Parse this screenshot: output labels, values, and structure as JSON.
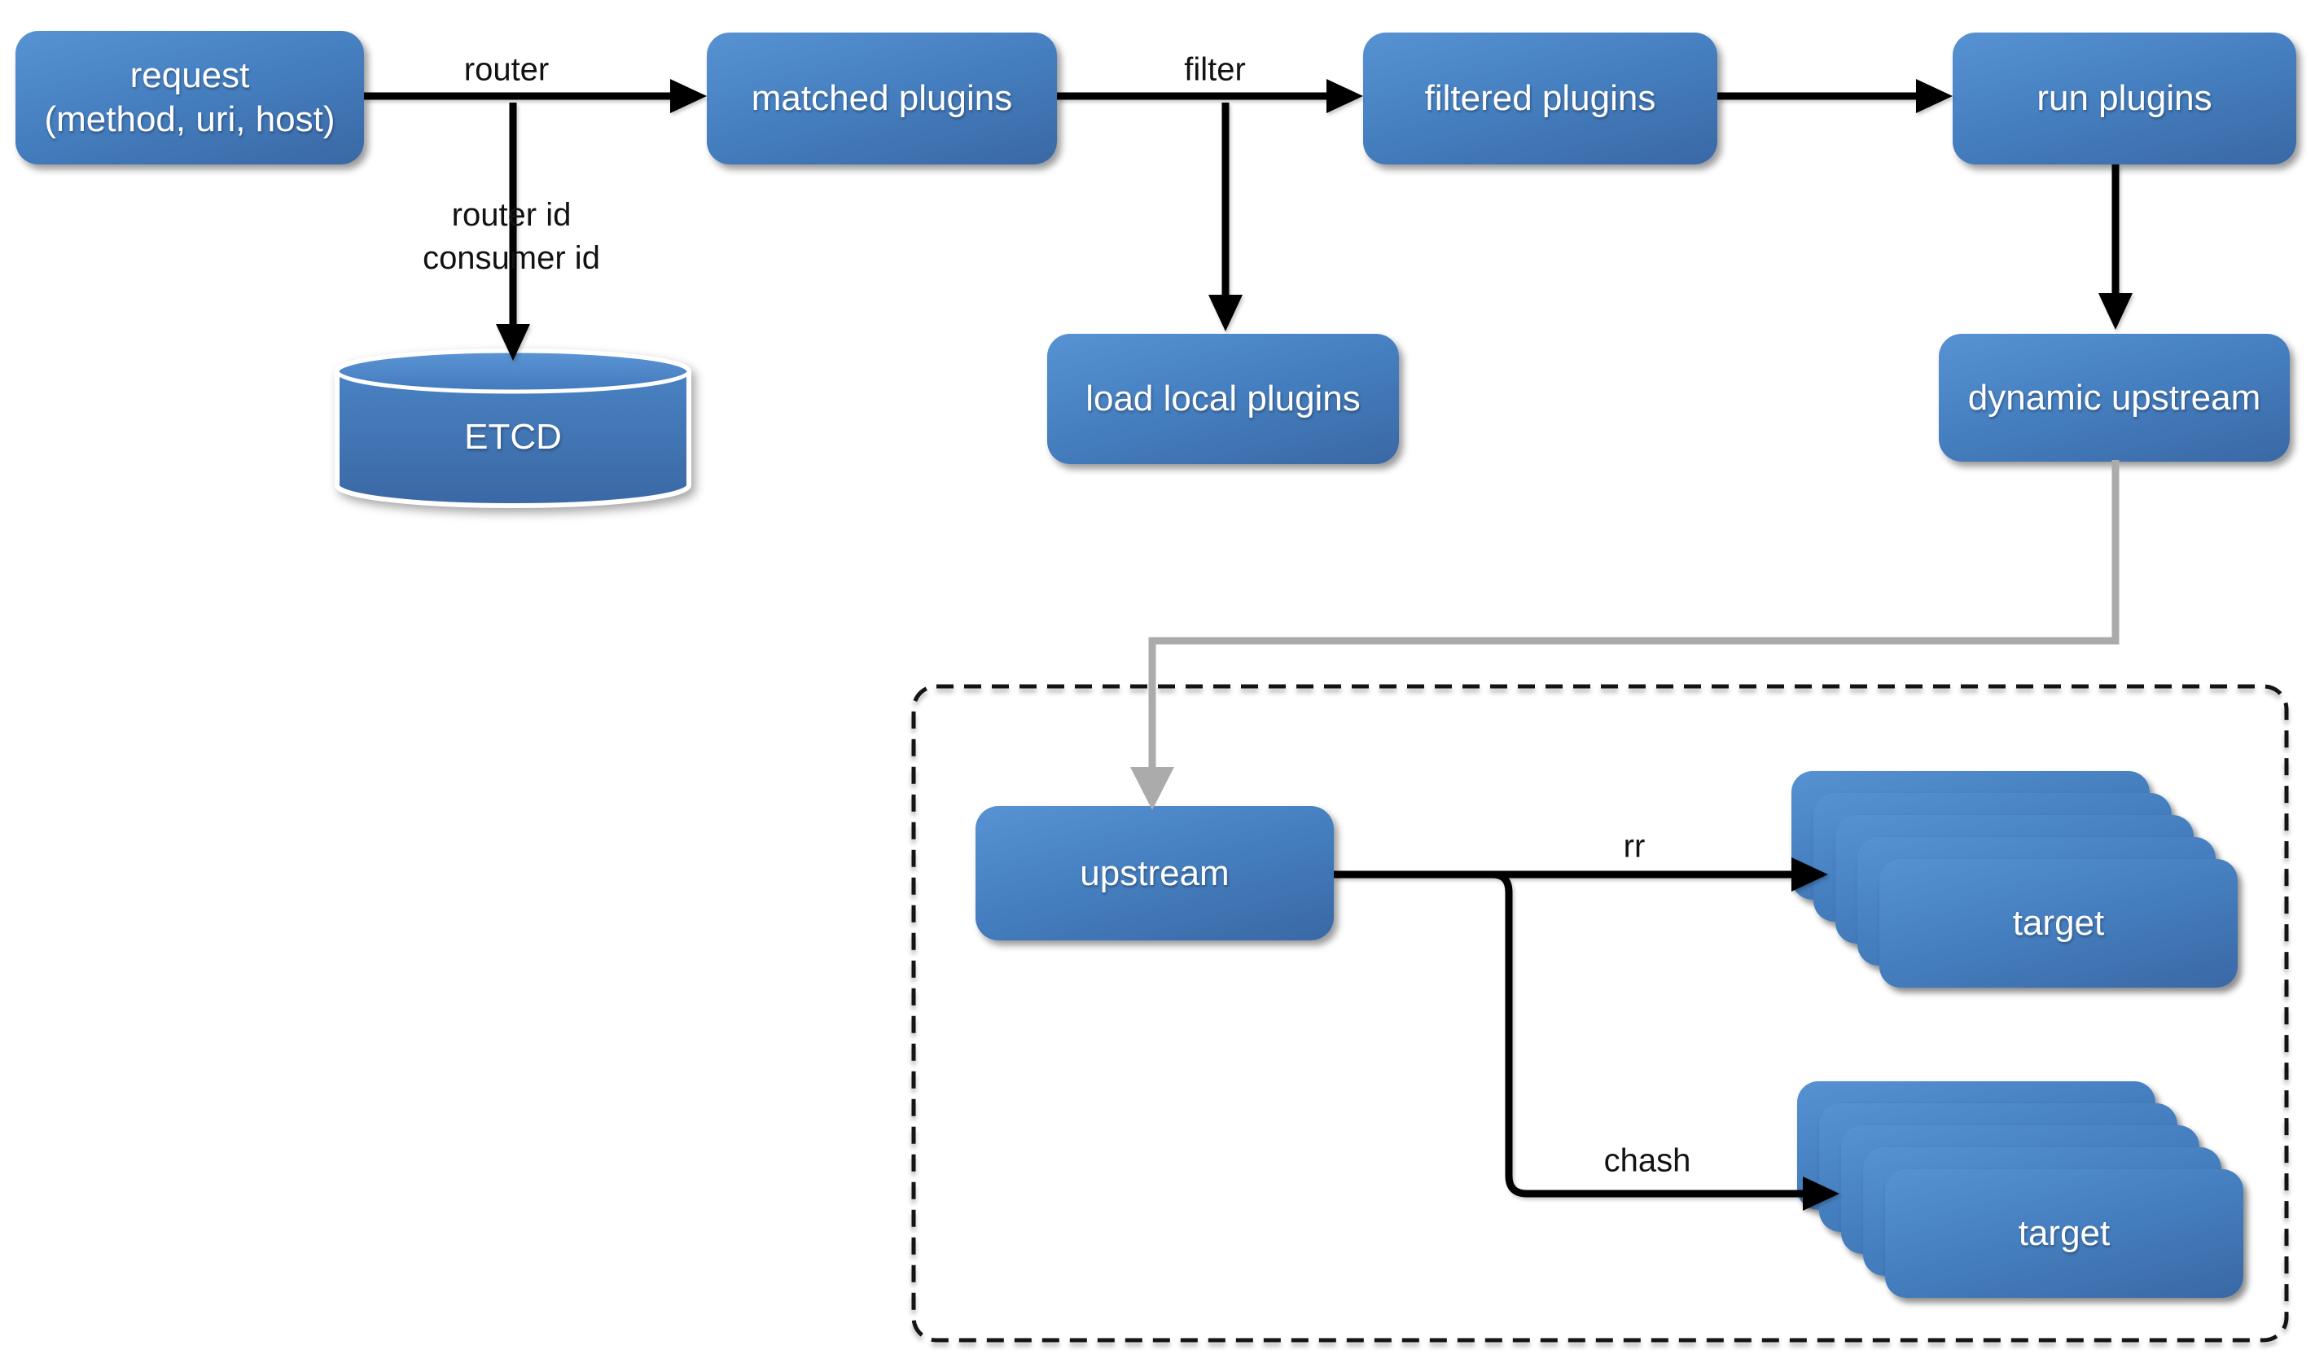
{
  "diagram": {
    "background": "#ffffff",
    "nodes": {
      "request": {
        "line1": "request",
        "line2": "(method, uri, host)"
      },
      "matched_plugins": {
        "label": "matched plugins"
      },
      "filtered_plugins": {
        "label": "filtered plugins"
      },
      "run_plugins": {
        "label": "run plugins"
      },
      "etcd": {
        "label": "ETCD"
      },
      "load_local_plugins": {
        "label": "load local plugins"
      },
      "dynamic_upstream": {
        "label": "dynamic upstream"
      },
      "upstream": {
        "label": "upstream"
      },
      "target_rr": {
        "label": "target"
      },
      "target_chash": {
        "label": "target"
      }
    },
    "edge_labels": {
      "router": "router",
      "router_id": "router id",
      "consumer_id": "consumer id",
      "filter": "filter",
      "rr": "rr",
      "chash": "chash"
    },
    "colors": {
      "node_gradient_top": "#5792d2",
      "node_gradient_bottom": "#3a68a5",
      "black_line": "#000000",
      "gray_line": "#ababab",
      "dashed_border": "#141414",
      "node_text": "#ffffff",
      "label_text": "#121212"
    }
  }
}
